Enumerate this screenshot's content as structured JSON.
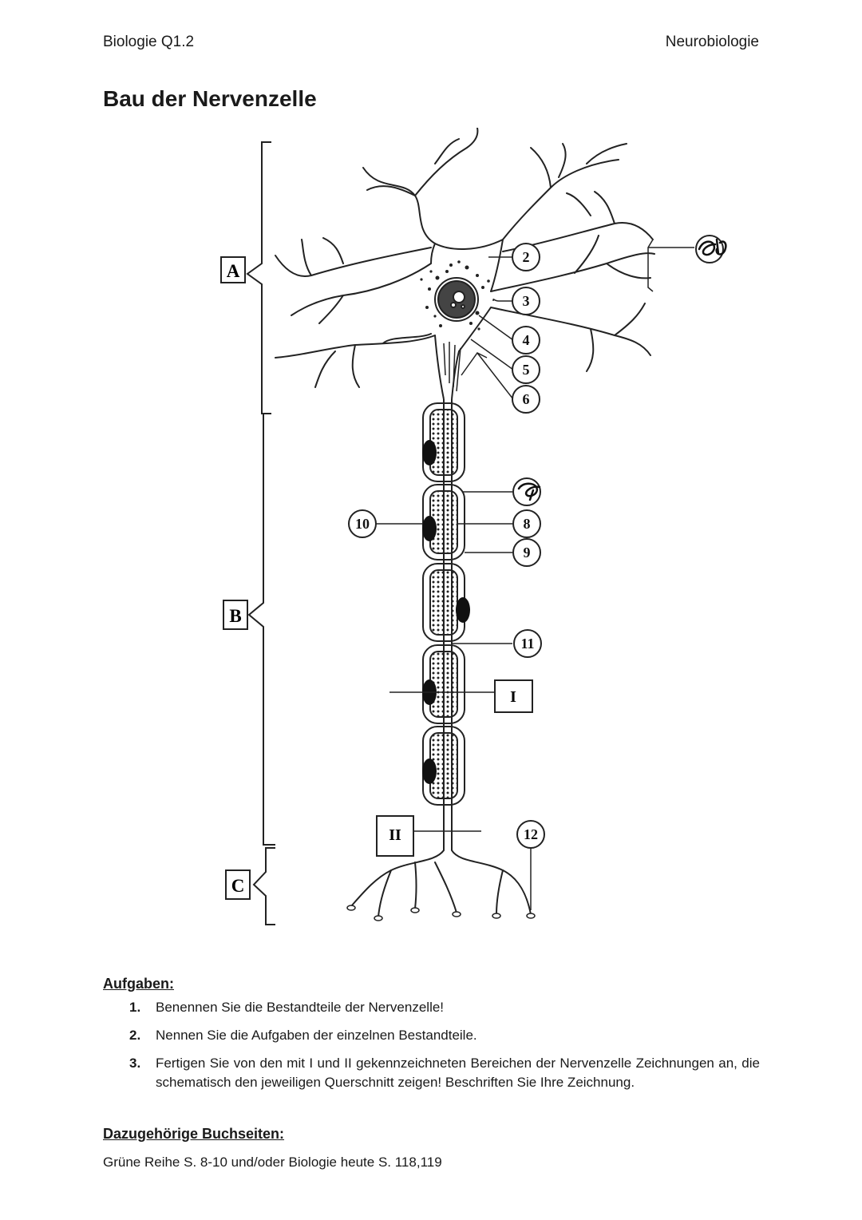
{
  "header": {
    "course": "Biologie Q1.2",
    "topic": "Neurobiologie"
  },
  "title": "Bau der Nervenzelle",
  "diagram": {
    "region_labels": [
      "A",
      "B",
      "C"
    ],
    "number_labels": [
      "2",
      "3",
      "4",
      "5",
      "6",
      "8",
      "9",
      "10",
      "11",
      "12"
    ],
    "section_labels": [
      "I",
      "II"
    ]
  },
  "tasks": {
    "heading": "Aufgaben:",
    "items": [
      {
        "num": "1.",
        "text": "Benennen Sie die Bestandteile der Nervenzelle!"
      },
      {
        "num": "2.",
        "text": "Nennen Sie die Aufgaben der einzelnen Bestandteile."
      },
      {
        "num": "3.",
        "text": "Fertigen Sie von den mit I und II gekennzeichneten Bereichen der Nervenzelle Zeichnungen an, die schematisch den jeweiligen Querschnitt zeigen! Beschriften Sie Ihre Zeichnung."
      }
    ]
  },
  "pages": {
    "heading": "Dazugehörige Buchseiten:",
    "text": "Grüne Reihe S. 8-10 und/oder Biologie heute S. 118,119"
  }
}
